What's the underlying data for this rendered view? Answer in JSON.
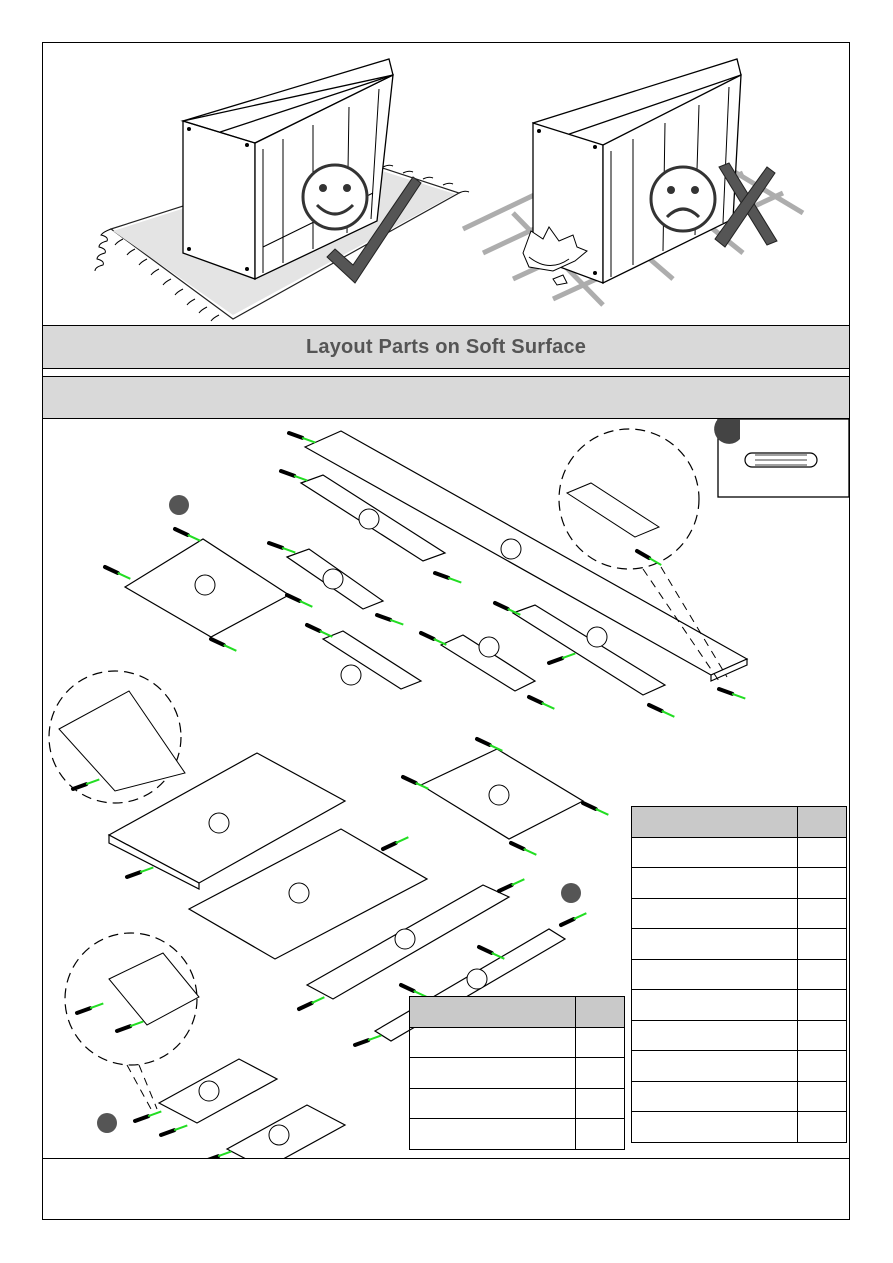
{
  "page": {
    "title": "Layout Parts on Soft Surface"
  },
  "icons": {
    "good": "smiley-face-icon",
    "good_mark": "check-mark-icon",
    "bad": "sad-face-icon",
    "bad_mark": "cross-mark-icon",
    "part": "wooden-dowel-icon"
  },
  "colors": {
    "panel_bar": "#d9d9d9",
    "table_header": "#c9c9c9",
    "dowel_accent": "#22dd22",
    "title_text": "#555555"
  },
  "tables": {
    "right_rows": 10,
    "bottom_rows": 4
  }
}
